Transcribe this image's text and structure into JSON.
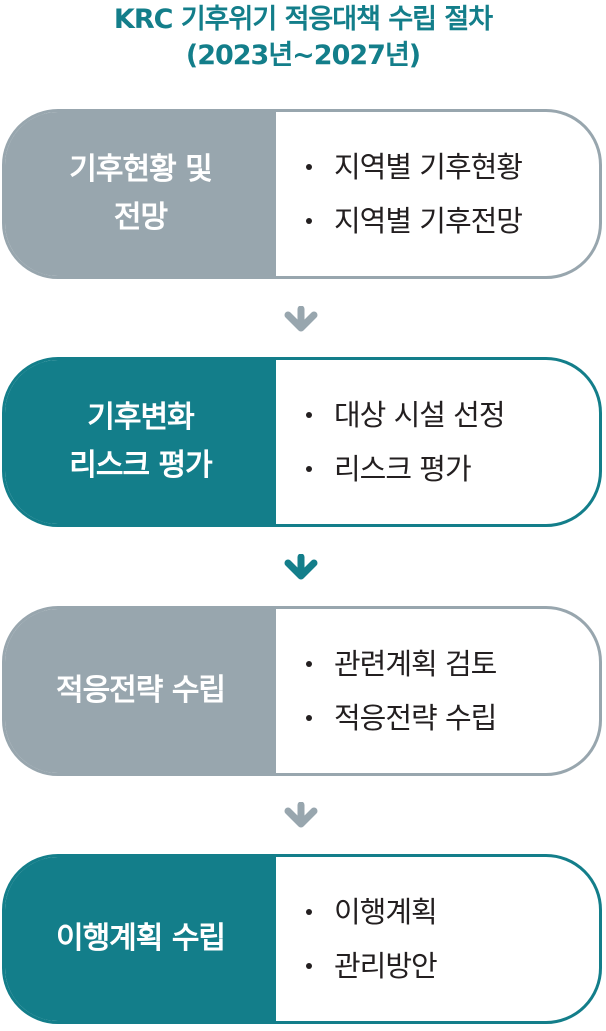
{
  "title": {
    "line1": "KRC 기후위기 적응대책 수립 절차",
    "line2": "(2023년~2027년)"
  },
  "steps": [
    {
      "label_lines": [
        "기후현황 및",
        "전망"
      ],
      "items": [
        "지역별 기후현황",
        "지역별 기후전망"
      ],
      "color": "#98a6ae"
    },
    {
      "label_lines": [
        "기후변화",
        "리스크 평가"
      ],
      "items": [
        "대상 시설 선정",
        "리스크 평가"
      ],
      "color": "#137e8a"
    },
    {
      "label_lines": [
        "적응전략 수립"
      ],
      "items": [
        "관련계획 검토",
        "적응전략 수립"
      ],
      "color": "#98a6ae"
    },
    {
      "label_lines": [
        "이행계획 수립"
      ],
      "items": [
        "이행계획",
        "관리방안"
      ],
      "color": "#137e8a"
    }
  ],
  "arrows": [
    {
      "icon": "down-arrow-icon",
      "color": "#98a6ae"
    },
    {
      "icon": "down-arrow-icon",
      "color": "#137e8a"
    },
    {
      "icon": "down-arrow-icon",
      "color": "#98a6ae"
    }
  ]
}
